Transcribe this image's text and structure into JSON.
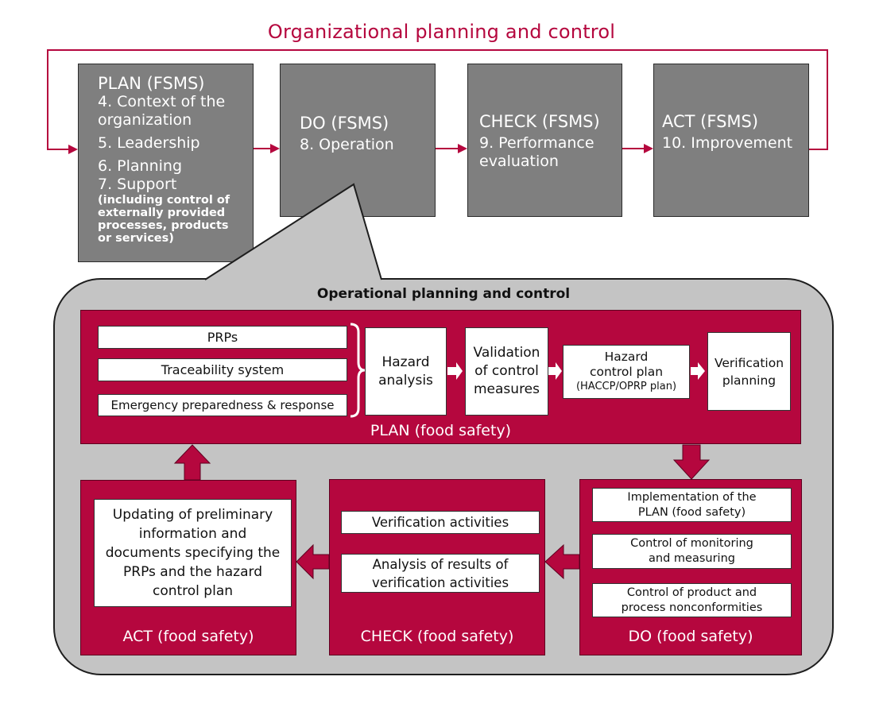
{
  "top_title": "Organizational planning and control",
  "plan_fsms": {
    "heading": "PLAN (FSMS)",
    "items": [
      "4. Context of the",
      "organization",
      "5. Leadership",
      "6. Planning",
      "7. Support"
    ],
    "support_note": [
      "(including control of",
      "externally provided",
      "processes, products",
      "or services)"
    ]
  },
  "do_fsms": {
    "heading": "DO (FSMS)",
    "item": "8. Operation"
  },
  "check_fsms": {
    "heading": "CHECK (FSMS)",
    "items": [
      "9. Performance",
      "evaluation"
    ]
  },
  "act_fsms": {
    "heading": "ACT (FSMS)",
    "item": "10. Improvement"
  },
  "operational_title": "Operational planning and control",
  "plan_food": {
    "label": "PLAN (food safety)",
    "inputs": [
      "PRPs",
      "Traceability system",
      "Emergency preparedness & response"
    ],
    "steps": [
      [
        "Hazard",
        "analysis"
      ],
      [
        "Validation",
        "of control",
        "measures"
      ],
      [
        "Hazard",
        "control plan",
        "(HACCP/OPRP plan)"
      ],
      [
        "Verification",
        "planning"
      ]
    ]
  },
  "do_food": {
    "label": "DO (food safety)",
    "items": [
      [
        "Implementation of the",
        "PLAN (food safety)"
      ],
      [
        "Control of monitoring",
        "and measuring"
      ],
      [
        "Control of product and",
        "process nonconformities"
      ]
    ]
  },
  "check_food": {
    "label": "CHECK (food safety)",
    "items": [
      [
        "Verification activities"
      ],
      [
        "Analysis of results of",
        "verification activities"
      ]
    ]
  },
  "act_food": {
    "label": "ACT (food safety)",
    "text": [
      "Updating of preliminary",
      "information and",
      "documents specifying the",
      "PRPs and the hazard",
      "control plan"
    ]
  },
  "colors": {
    "crimson": "#b5073e",
    "gray_box": "#7f7f7f",
    "bubble": "#c4c4c4"
  }
}
